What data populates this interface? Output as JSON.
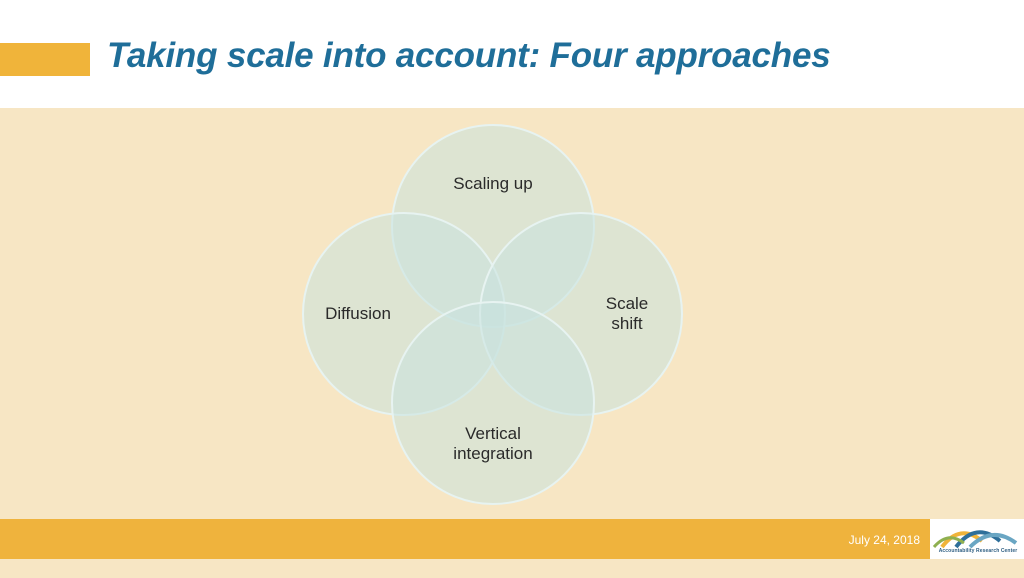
{
  "slide": {
    "title": "Taking scale into account: Four approaches",
    "date": "July 24, 2018"
  },
  "diagram": {
    "circles": [
      {
        "label": "Scaling up"
      },
      {
        "label": "Diffusion"
      },
      {
        "label": "Scale\nshift"
      },
      {
        "label": "Vertical\nintegration"
      }
    ]
  },
  "logo": {
    "text": "Accountability Research Center"
  },
  "colors": {
    "title": "#1f6e99",
    "accent": "#f0b43a",
    "background": "#f7e6c4",
    "circle_fill": "#c9e2de",
    "circle_stroke": "#e7f3f1"
  }
}
